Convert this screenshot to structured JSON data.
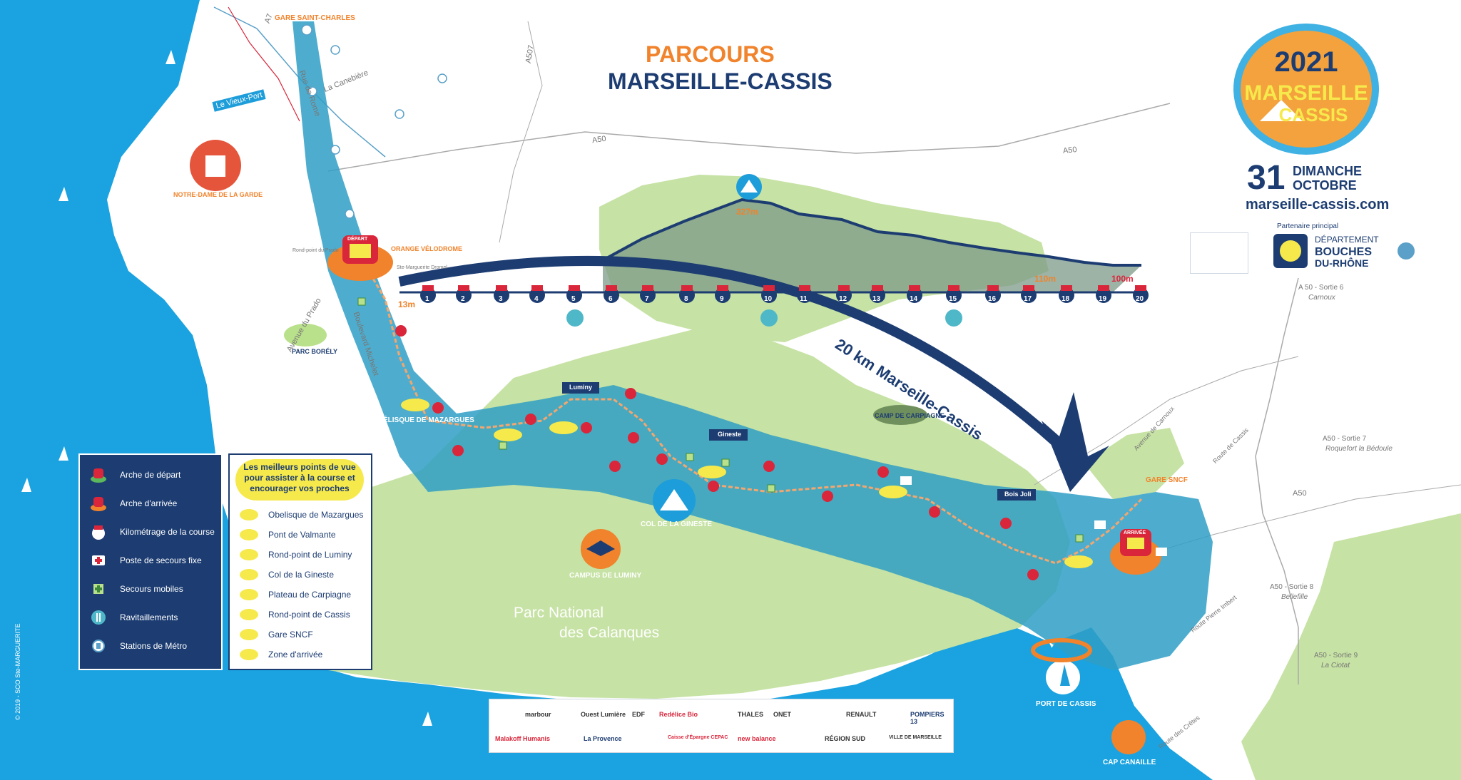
{
  "title": {
    "line1": "PARCOURS",
    "line2": "MARSEILLE-CASSIS"
  },
  "logo": {
    "year": "2021",
    "line1": "MARSEILLE",
    "line2": "CASSIS"
  },
  "date": {
    "number": "31",
    "day": "DIMANCHE",
    "month": "OCTOBRE"
  },
  "url": "marseille-cassis.com",
  "partner_label": "Partenaire principal",
  "department": {
    "line1": "DÉPARTEMENT",
    "line2": "BOUCHES",
    "line3": "DU-RHÔNE"
  },
  "route_label": "20 km Marseille-Cassis",
  "park_label": {
    "line1": "Parc National",
    "line2": "des Calanques"
  },
  "elevation": {
    "summit": "327m",
    "start": "13m",
    "mid_high": "110m",
    "end": "100m"
  },
  "km_markers": [
    "1",
    "2",
    "3",
    "4",
    "5",
    "6",
    "7",
    "8",
    "9",
    "10",
    "11",
    "12",
    "13",
    "14",
    "15",
    "16",
    "17",
    "18",
    "19",
    "20"
  ],
  "places": {
    "gare_st_charles": "GARE SAINT-CHARLES",
    "vieux_port": "Le Vieux-Port",
    "notre_dame": "NOTRE-DAME DE LA GARDE",
    "orange_velodrome": "ORANGE VÉLODROME",
    "parc_borely": "PARC BORÉLY",
    "obelisque": "OBÉLISQUE DE MAZARGUES",
    "col_gineste": "COL DE LA GINESTE",
    "campus_luminy": "CAMPUS DE LUMINY",
    "camp_carpiagne": "CAMP DE CARPIAGNE",
    "gare_sncf": "GARE SNCF",
    "port_cassis": "PORT DE CASSIS",
    "cap_canaille": "CAP CANAILLE",
    "luminy_flag": "Luminy",
    "gineste_flag": "Gineste",
    "bois_joli": "Bois Joli",
    "depart": "DÉPART",
    "arrivee": "ARRIVÉE"
  },
  "roads": {
    "a7": "A7",
    "a507": "A507",
    "a50_1": "A50",
    "a50_2": "A50",
    "a50_3": "A50",
    "canebiere": "La Canebière",
    "rue_rome": "Rue de Rome",
    "av_prado": "Avenue du Prado",
    "bd_michelet": "Boulevard Michelet",
    "rond_point_prado": "Rond-point du Prado",
    "marguerite": "Ste-Marguerite Dromel",
    "av_carnoux": "Avenue de Carnoux",
    "route_cassis": "Route de Cassis",
    "route_pierre_imbert": "Route Pierre Imbert",
    "route_cretes": "Route des Crêtes",
    "sortie6": "A 50 - Sortie 6",
    "sortie6_town": "Carnoux",
    "sortie7": "A50 - Sortie 7",
    "sortie7_town": "Roquefort la Bédoule",
    "sortie8": "A50 - Sortie 8",
    "sortie8_town": "Bellefille",
    "sortie9": "A50 - Sortie 9",
    "sortie9_town": "La Ciotat"
  },
  "legend": [
    {
      "icon": "start-arch-icon",
      "label": "Arche de départ"
    },
    {
      "icon": "finish-arch-icon",
      "label": "Arche d'arrivée"
    },
    {
      "icon": "km-marker-icon",
      "label": "Kilométrage de la course"
    },
    {
      "icon": "first-aid-icon",
      "label": "Poste de secours fixe"
    },
    {
      "icon": "mobile-aid-icon",
      "label": "Secours mobiles"
    },
    {
      "icon": "refreshment-icon",
      "label": "Ravitaillements"
    },
    {
      "icon": "metro-icon",
      "label": "Stations de Métro"
    }
  ],
  "viewpoints": {
    "heading": "Les meilleurs points de vue pour assister à la course et encourager vos proches",
    "items": [
      "Obelisque de Mazargues",
      "Pont de Valmante",
      "Rond-point de Luminy",
      "Col de la Gineste",
      "Plateau de Carpiagne",
      "Rond-point de Cassis",
      "Gare SNCF",
      "Zone d'arrivée"
    ]
  },
  "sponsors": [
    "marbour",
    "Ouest Lumière",
    "EDF",
    "Redélice Bio",
    "THALES",
    "ONET",
    "RENAULT",
    "Malakoff Humanis",
    "La Provence",
    "Caisse d'Épargne CEPAC",
    "new balance",
    "RÉGION SUD",
    "VILLE DE MARSEILLE",
    "POMPIERS 13"
  ],
  "copyright": "© 2019 - SCO Ste-MARGUERITE",
  "colors": {
    "sea": "#1aa3e0",
    "land": "#ffffff",
    "park": "#c6e2a4",
    "route": "#2f9fc6",
    "navy": "#1d3d72",
    "orange": "#f0832b",
    "yellow": "#f6e94b",
    "red": "#d9263b"
  }
}
